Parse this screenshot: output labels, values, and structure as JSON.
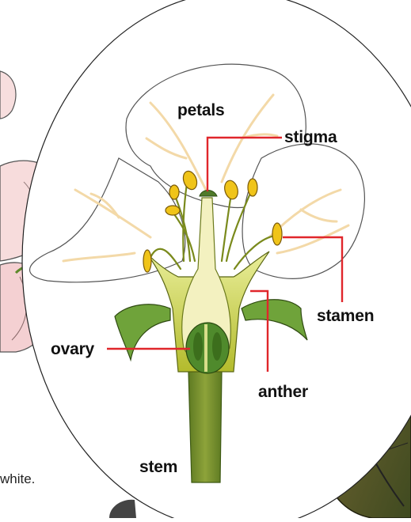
{
  "labels": {
    "petals": "petals",
    "stigma": "stigma",
    "stamen": "stamen",
    "ovary": "ovary",
    "anther": "anther",
    "stem": "stem"
  },
  "text_fragment": "white.",
  "colors": {
    "leader_line": "#e0262b",
    "petal": "#ffffff",
    "petal_vein": "#f3d9a8",
    "receptacle": "#c9cf3a",
    "ovary": "#4f8a2c",
    "stem": "#6f8a2a",
    "sepal": "#6fa33a",
    "anther": "#f0c419",
    "bud_pink": "#f7d6d6"
  }
}
